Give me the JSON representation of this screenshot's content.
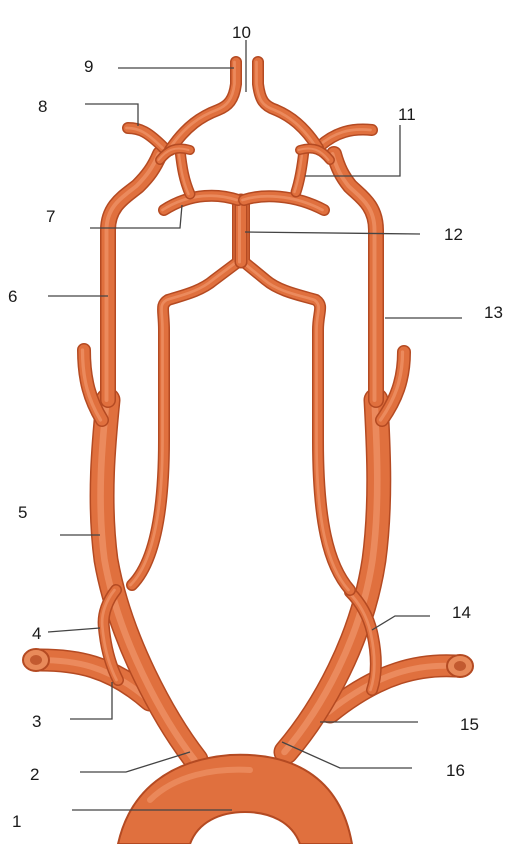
{
  "labels": {
    "n1": "1",
    "n2": "2",
    "n3": "3",
    "n4": "4",
    "n5": "5",
    "n6": "6",
    "n7": "7",
    "n8": "8",
    "n9": "9",
    "n10": "10",
    "n11": "11",
    "n12": "12",
    "n13": "13",
    "n14": "14",
    "n15": "15",
    "n16": "16"
  },
  "colors": {
    "artery_fill": "#e0703e",
    "artery_outline": "#b44a22",
    "artery_highlight": "#f4a076",
    "leader_line": "#444444",
    "text": "#1a1a1a"
  }
}
